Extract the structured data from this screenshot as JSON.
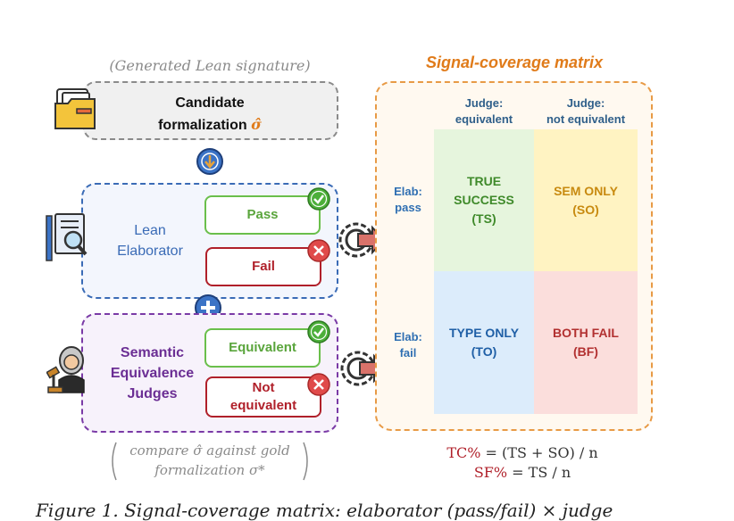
{
  "top_label": "(Generated Lean signature)",
  "candidate": {
    "line1": "Candidate",
    "line2": "formalization",
    "symbol": "σ̂"
  },
  "lean": {
    "line1": "Lean",
    "line2": "Elaborator",
    "pass": "Pass",
    "fail": "Fail"
  },
  "judges": {
    "line1": "Semantic",
    "line2": "Equivalence",
    "line3": "Judges",
    "equivalent": "Equivalent",
    "not_equiv_1": "Not",
    "not_equiv_2": "equivalent"
  },
  "compare": {
    "line1": "compare σ̂ against gold",
    "line2": "formalization σ*"
  },
  "matrix": {
    "title": "Signal-coverage matrix",
    "col_equiv_1": "Judge:",
    "col_equiv_2": "equivalent",
    "col_notequiv_1": "Judge:",
    "col_notequiv_2": "not equivalent",
    "row_pass_1": "Elab:",
    "row_pass_2": "pass",
    "row_fail_1": "Elab:",
    "row_fail_2": "fail",
    "ts_1": "TRUE",
    "ts_2": "SUCCESS",
    "ts_3": "(TS)",
    "so_1": "SEM ONLY",
    "so_2": "(SO)",
    "to_1": "TYPE ONLY",
    "to_2": "(TO)",
    "bf_1": "BOTH FAIL",
    "bf_2": "(BF)"
  },
  "formulas": {
    "tc_label": "TC%",
    "tc_rest": " = (TS + SO) / n",
    "sf_label": "SF%",
    "sf_rest": " = TS / n"
  },
  "caption": "Figure 1. Signal-coverage matrix: elaborator (pass/fail) × judge"
}
